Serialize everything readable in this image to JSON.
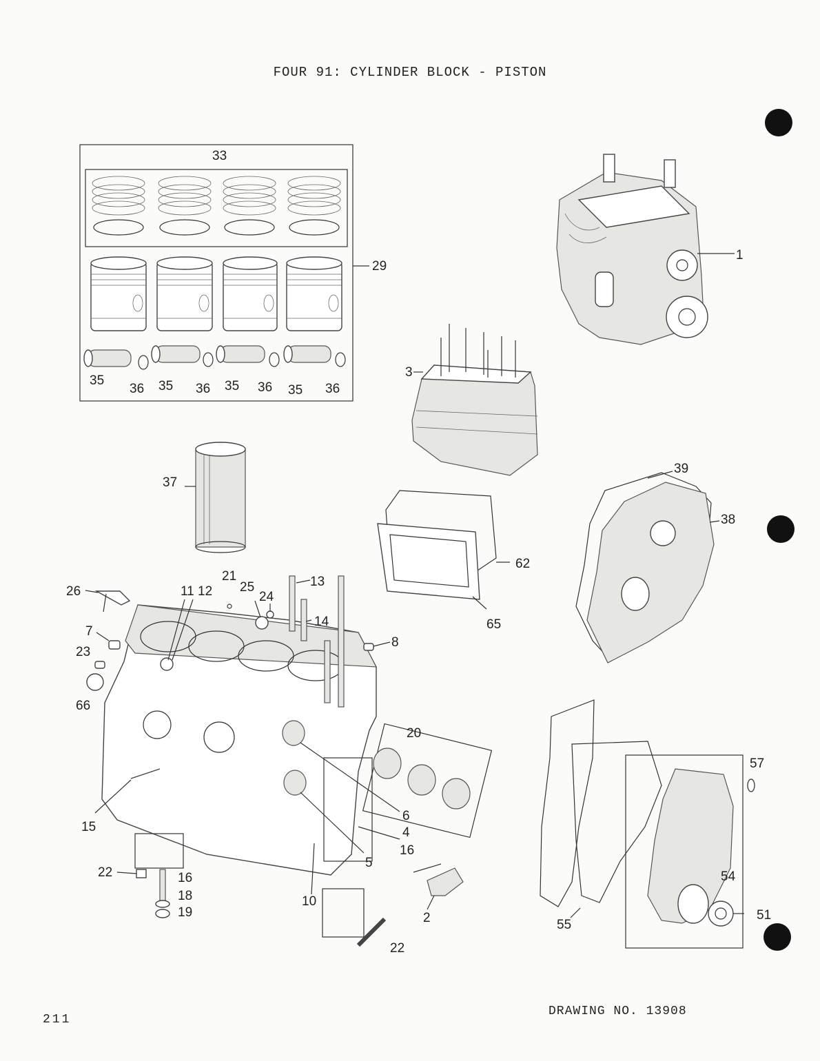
{
  "page": {
    "title": "FOUR 91: CYLINDER BLOCK - PISTON",
    "page_number": "211",
    "drawing_number": "DRAWING NO. 13908"
  },
  "callouts": {
    "c1": "1",
    "c2": "2",
    "c3": "3",
    "c4": "4",
    "c5": "5",
    "c6": "6",
    "c7": "7",
    "c8": "8",
    "c10": "10",
    "c11_12": "11 12",
    "c13": "13",
    "c14": "14",
    "c15": "15",
    "c16a": "16",
    "c16b": "16",
    "c18": "18",
    "c19": "19",
    "c20": "20",
    "c21": "21",
    "c22a": "22",
    "c22b": "22",
    "c23": "23",
    "c24": "24",
    "c25": "25",
    "c26": "26",
    "c29": "29",
    "c33": "33",
    "c35a": "35",
    "c35b": "35",
    "c35c": "35",
    "c35d": "35",
    "c36a": "36",
    "c36b": "36",
    "c36c": "36",
    "c36d": "36",
    "c37": "37",
    "c38": "38",
    "c39": "39",
    "c51": "51",
    "c54": "54",
    "c55": "55",
    "c57": "57",
    "c62": "62",
    "c65": "65",
    "c66": "66"
  }
}
